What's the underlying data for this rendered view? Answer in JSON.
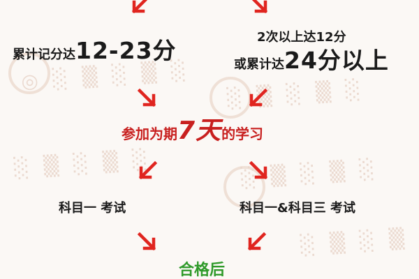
{
  "colors": {
    "arrow": "#e0251f",
    "highlight_red": "#c8201f",
    "result_green": "#2f9a2a",
    "background": "#fbf8f5",
    "watermark": "#ead7cc"
  },
  "left_branch": {
    "condition_prefix": "累计记分达",
    "condition_value": "12-23分",
    "exam": "科目一 考试"
  },
  "right_branch": {
    "condition_line1": "2次以上达12分",
    "condition_line2_prefix": "或累计达",
    "condition_line2_value": "24分以上",
    "exam": "科目一&科目三 考试"
  },
  "study": {
    "prefix": "参加为期",
    "days": "7天",
    "suffix": "的学习"
  },
  "result": {
    "text": "合格后"
  }
}
